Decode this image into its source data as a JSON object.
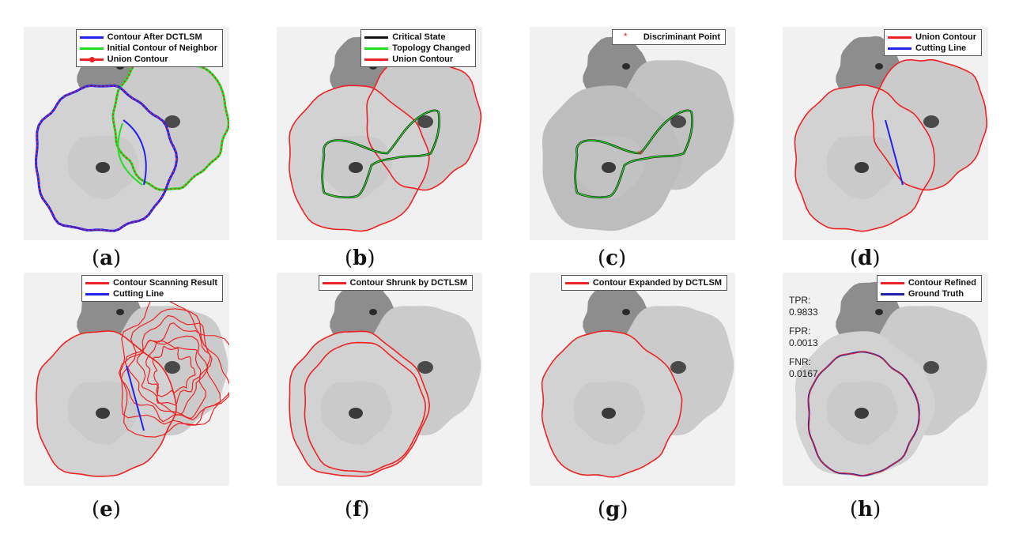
{
  "panels": [
    {
      "caption_letter": "a",
      "legend": [
        {
          "label": "Contour After DCTLSM",
          "color": "#2222ee",
          "marker": "none"
        },
        {
          "label": "Initial Contour of Neighbor",
          "color": "#22dd22",
          "marker": "none"
        },
        {
          "label": "Union Contour",
          "color": "#ee2222",
          "marker": "dot"
        }
      ]
    },
    {
      "caption_letter": "b",
      "legend": [
        {
          "label": "Critical State",
          "color": "#111111",
          "marker": "none"
        },
        {
          "label": "Topology Changed",
          "color": "#22dd22",
          "marker": "none"
        },
        {
          "label": "Union Contour",
          "color": "#ee2222",
          "marker": "none"
        }
      ]
    },
    {
      "caption_letter": "c",
      "legend": [
        {
          "label": "Discriminant Point",
          "color": "#ee2222",
          "marker": "star"
        }
      ]
    },
    {
      "caption_letter": "d",
      "legend": [
        {
          "label": "Union Contour",
          "color": "#ee2222",
          "marker": "none"
        },
        {
          "label": "Cutting Line",
          "color": "#2222ee",
          "marker": "none"
        }
      ]
    },
    {
      "caption_letter": "e",
      "legend": [
        {
          "label": "Contour Scanning Result",
          "color": "#ee2222",
          "marker": "none"
        },
        {
          "label": "Cutting Line",
          "color": "#2222ee",
          "marker": "none"
        }
      ]
    },
    {
      "caption_letter": "f",
      "legend": [
        {
          "label": "Contour Shrunk by DCTLSM",
          "color": "#ee2222",
          "marker": "none"
        }
      ]
    },
    {
      "caption_letter": "g",
      "legend": [
        {
          "label": "Contour Expanded by DCTLSM",
          "color": "#ee2222",
          "marker": "none"
        }
      ]
    },
    {
      "caption_letter": "h",
      "legend": [
        {
          "label": "Contour Refined",
          "color": "#ee2222",
          "marker": "none"
        },
        {
          "label": "Ground Truth",
          "color": "#2222aa",
          "marker": "none"
        }
      ],
      "metrics": [
        {
          "name": "TPR:",
          "value": "0.9833"
        },
        {
          "name": "FPR:",
          "value": "0.0013"
        },
        {
          "name": "FNR:",
          "value": "0.0167"
        }
      ]
    }
  ]
}
